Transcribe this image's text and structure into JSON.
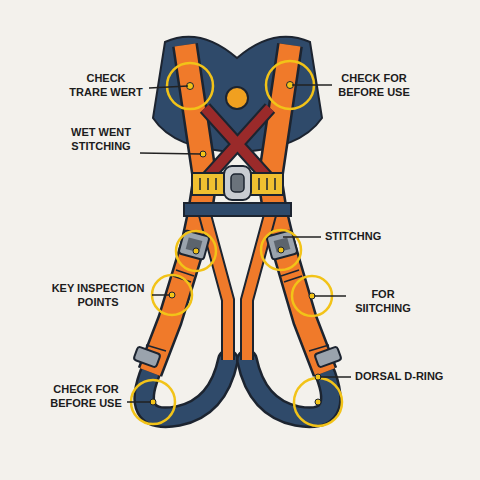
{
  "diagram": {
    "labels": [
      "CHECK TRARE WERT",
      "CHECK FOR BEFORE USE",
      "WET WENT STITCHING",
      "STITCHNG",
      "KEY INSPECTION POINTS",
      "FOR SIITCHING",
      "CHECK FOR BEFORE USE",
      "DORSAL D-RING"
    ]
  }
}
